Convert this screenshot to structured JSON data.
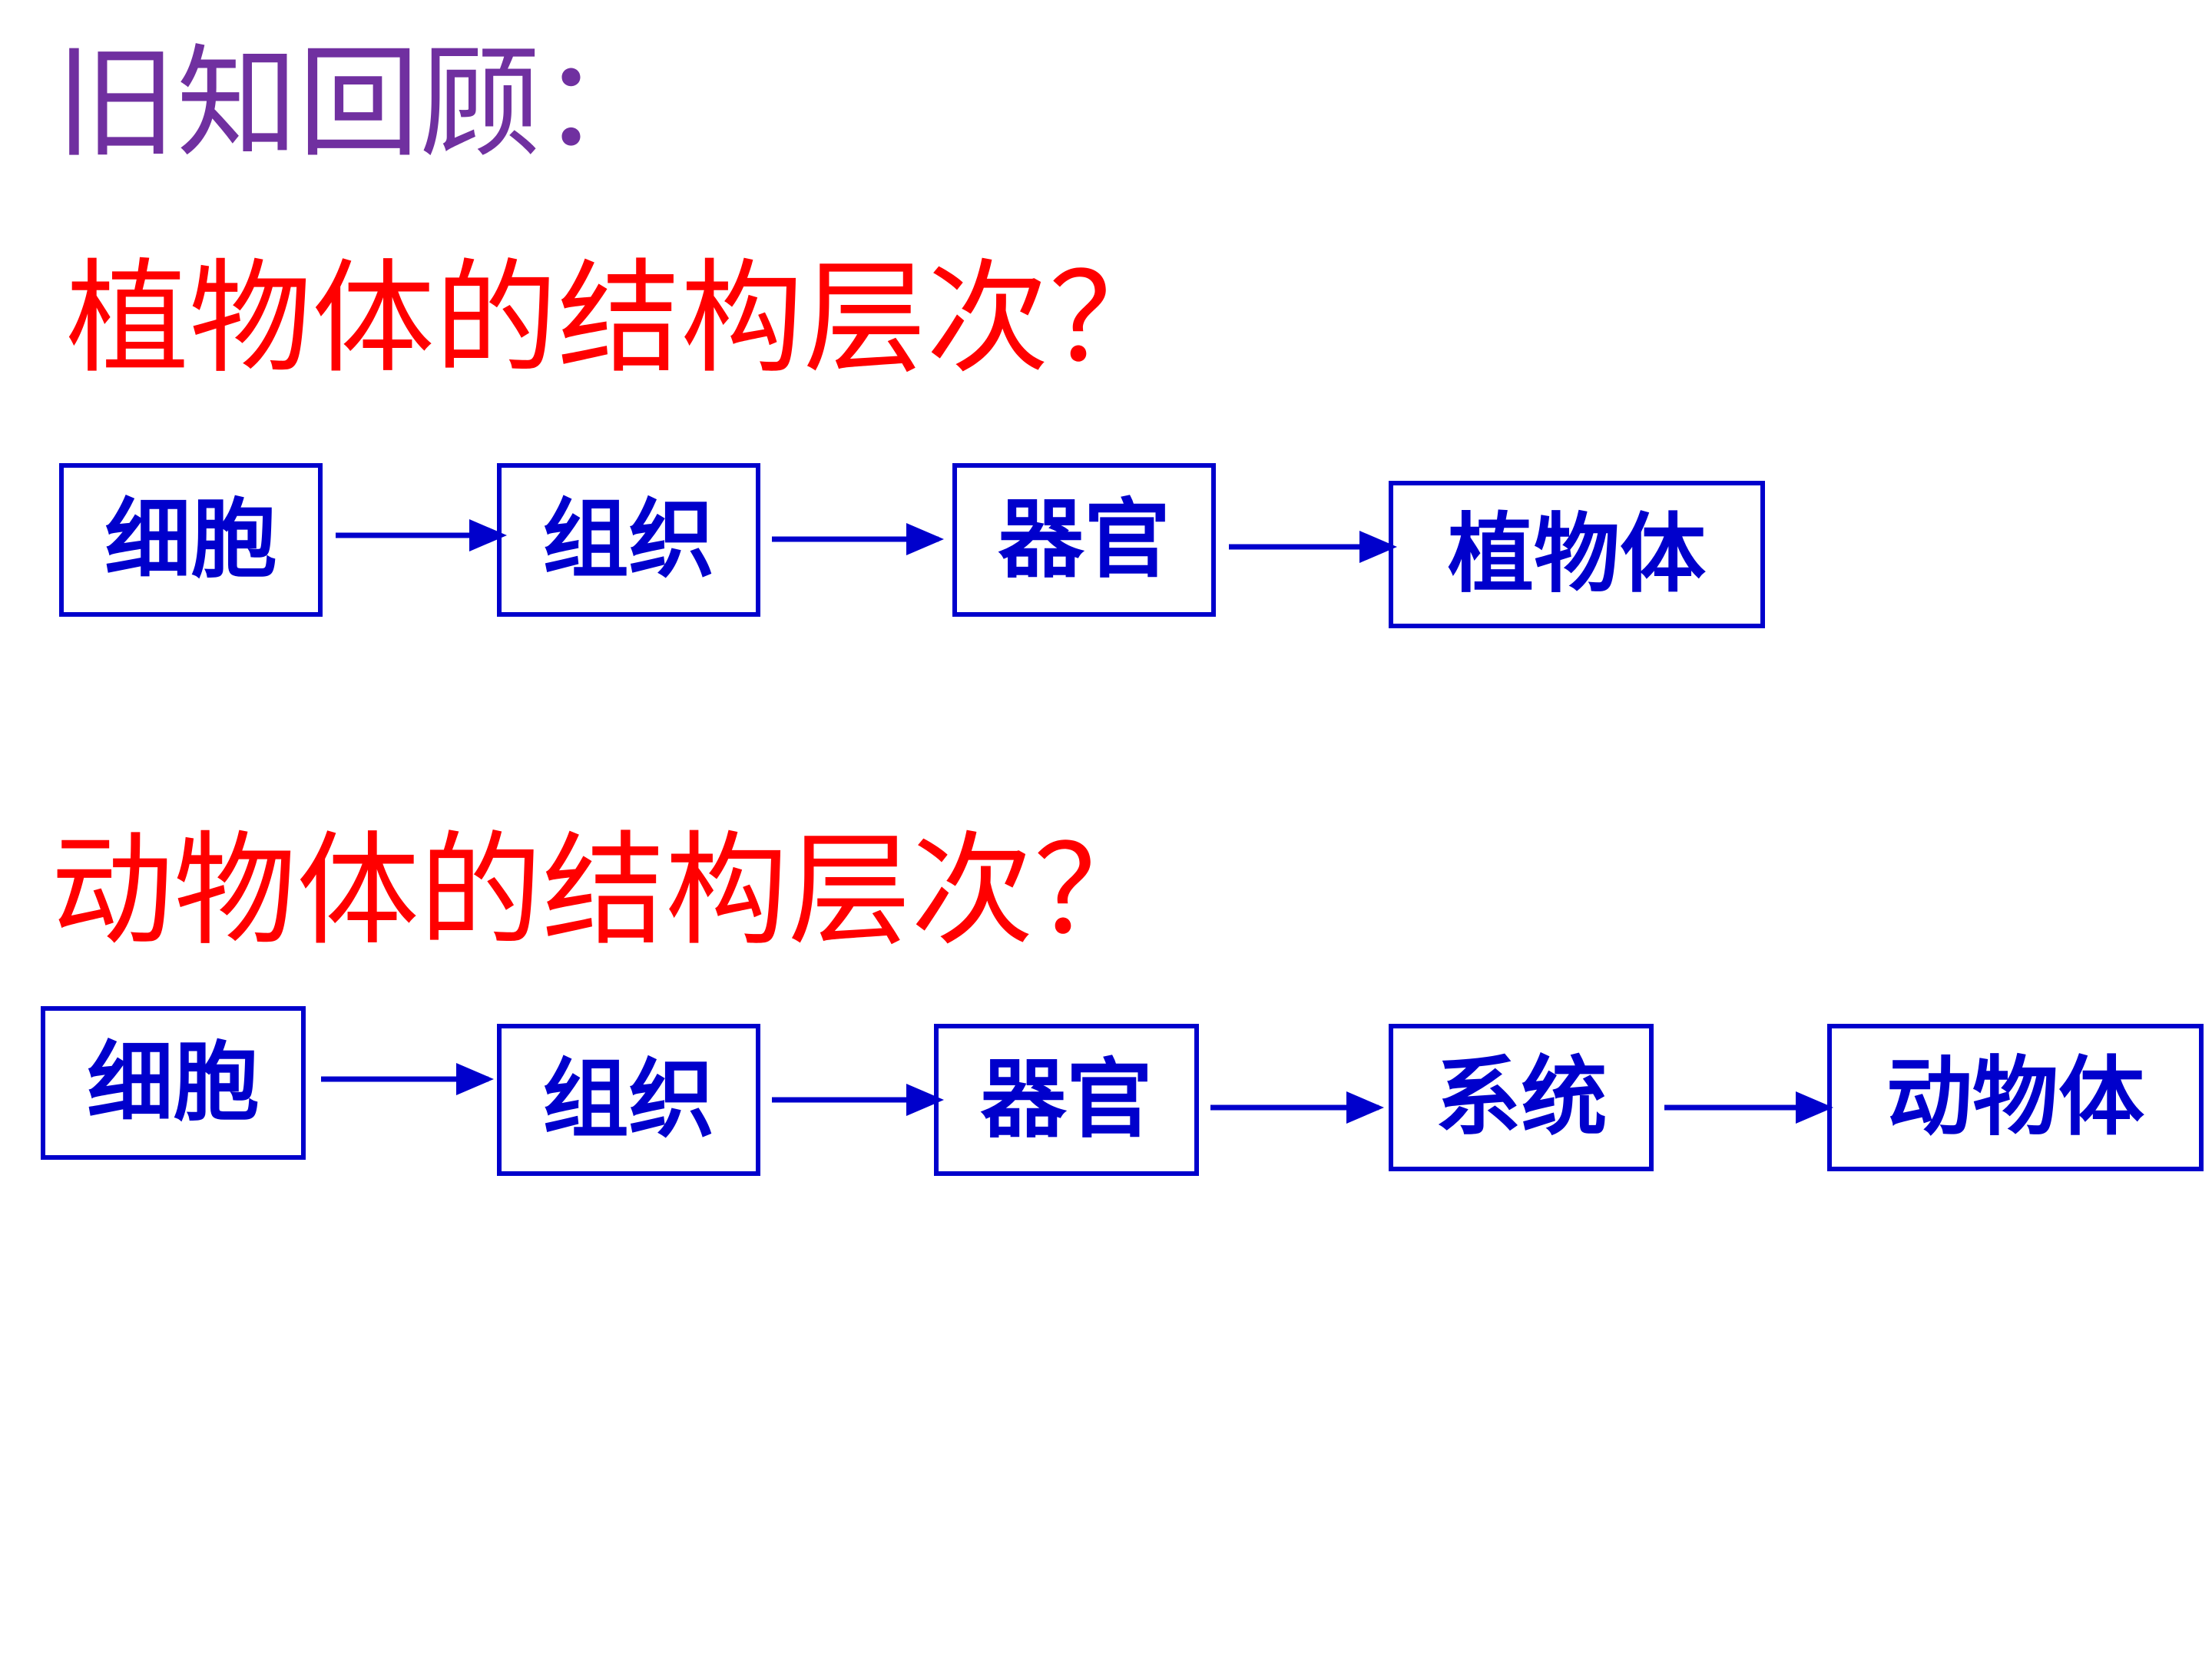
{
  "title": "旧知回顾：",
  "plant": {
    "question": "植物体的结构层次？",
    "steps": [
      "细胞",
      "组织",
      "器官",
      "植物体"
    ]
  },
  "animal": {
    "question": "动物体的结构层次？",
    "steps": [
      "细胞",
      "组织",
      "器官",
      "系统",
      "动物体"
    ]
  },
  "colors": {
    "title": "#7030A0",
    "question": "#FF0000",
    "box": "#0000CC"
  }
}
